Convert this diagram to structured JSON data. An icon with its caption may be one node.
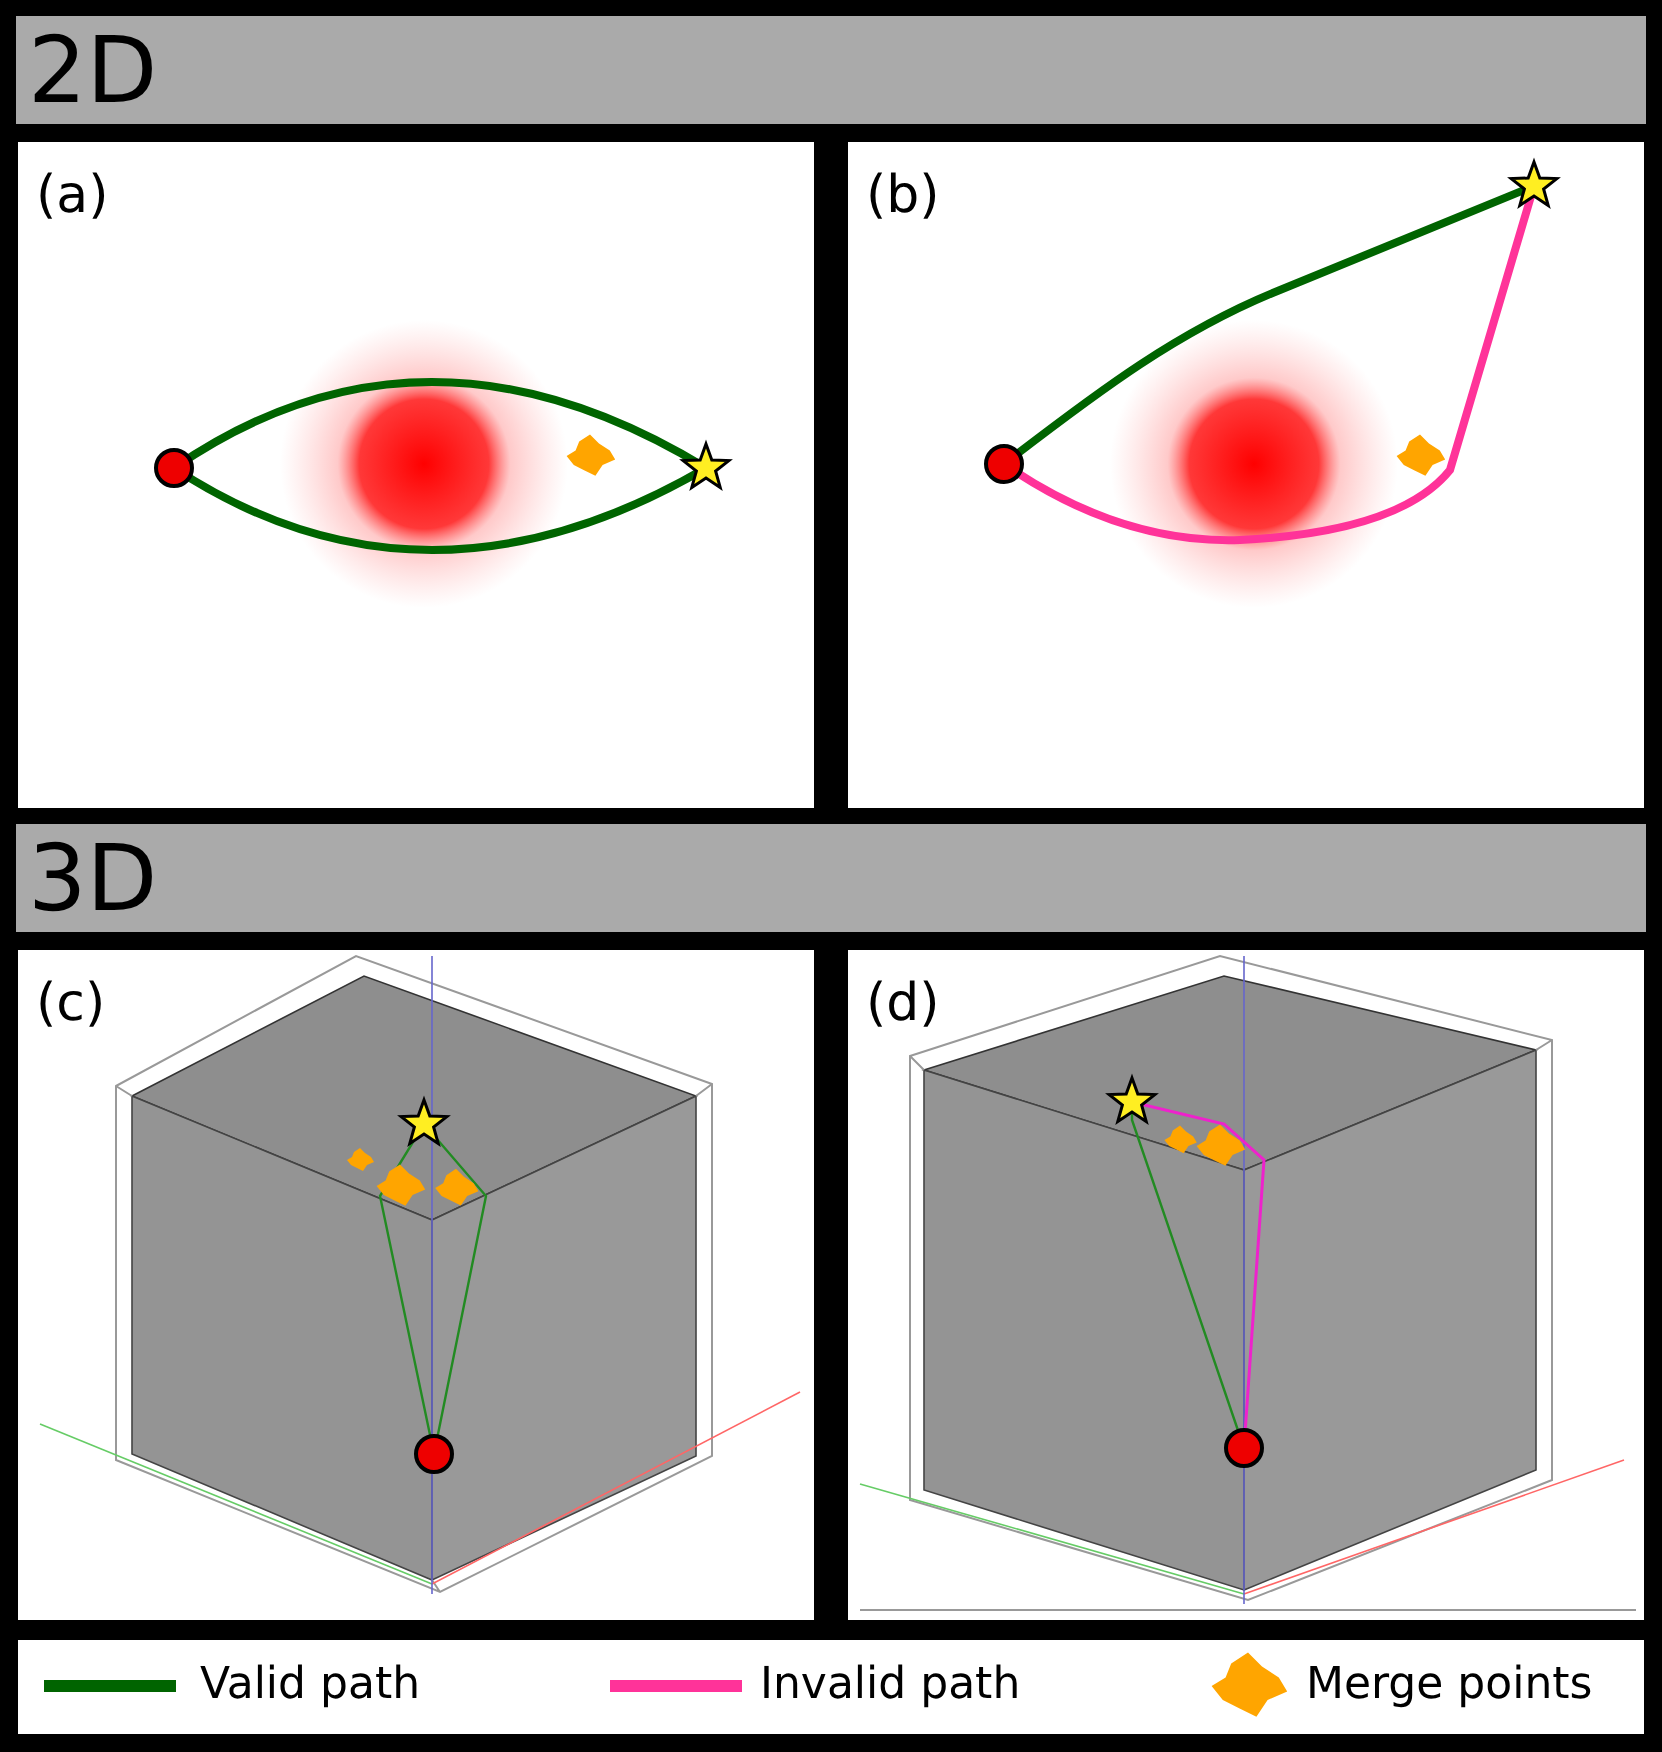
{
  "diagram": {
    "labels": [
      "2D",
      "(a)",
      "(b)",
      "3D",
      "(c)",
      "(d)"
    ],
    "legend": [
      {
        "text": "Valid path"
      },
      {
        "text": "Invalid path"
      },
      {
        "text": "Merge points"
      }
    ]
  }
}
